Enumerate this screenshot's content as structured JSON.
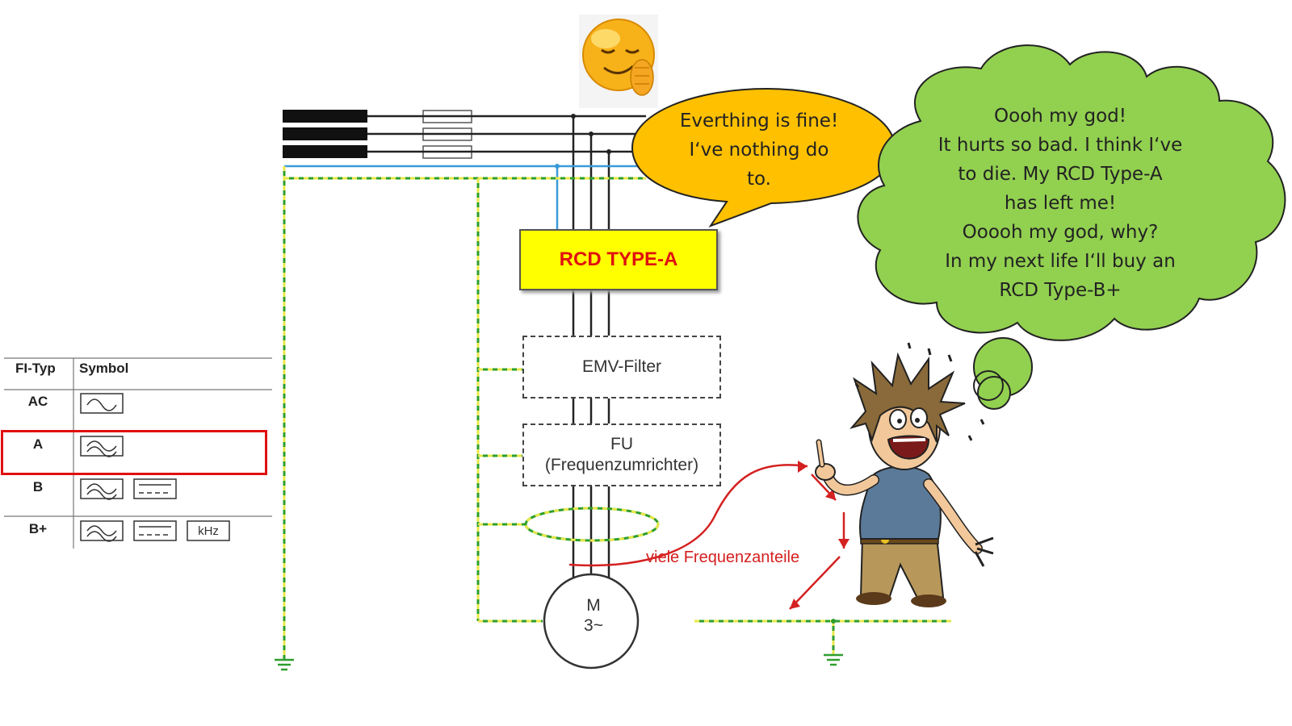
{
  "fi_table": {
    "header_type": "FI-Typ",
    "header_symbol": "Symbol",
    "rows": [
      {
        "type": "AC",
        "symbols": [
          "ac-sine"
        ]
      },
      {
        "type": "A",
        "symbols": [
          "pulsating-dc"
        ]
      },
      {
        "type": "B",
        "symbols": [
          "pulsating-dc",
          "smooth-dc"
        ]
      },
      {
        "type": "B+",
        "symbols": [
          "pulsating-dc",
          "smooth-dc",
          "khz"
        ]
      }
    ],
    "khz_label": "kHz",
    "highlight_color": "#e01010"
  },
  "circuit": {
    "rcd_label": "RCD TYPE-A",
    "emv_label": "EMV-Filter",
    "fu_line1": "FU",
    "fu_line2": "(Frequenzumrichter)",
    "motor_line1": "M",
    "motor_line2": "3~",
    "freq_label": "viele Frequenzanteile",
    "colors": {
      "phase": "#222222",
      "neutral": "#3a9ad9",
      "earth_green": "#2e9e2e",
      "earth_yellow": "#e8e84a",
      "rcd_fill": "#ffff00",
      "rcd_text": "#e01010",
      "arrow": "#d42020"
    }
  },
  "speech_bubble": {
    "lines": [
      "Everthing is fine!",
      "I‘ve nothing do",
      "to."
    ],
    "fill": "#ffc000"
  },
  "thought_cloud": {
    "lines": [
      "Oooh my god!",
      "It hurts so bad. I think I‘ve",
      "to die. My RCD Type-A",
      "has left me!",
      "Ooooh my god, why?",
      "In my next life I‘ll buy an",
      "RCD Type-B+"
    ],
    "fill": "#92d050"
  },
  "icons": {
    "emoji": "relieved-smiley-icon",
    "man": "shocked-man-cartoon"
  }
}
